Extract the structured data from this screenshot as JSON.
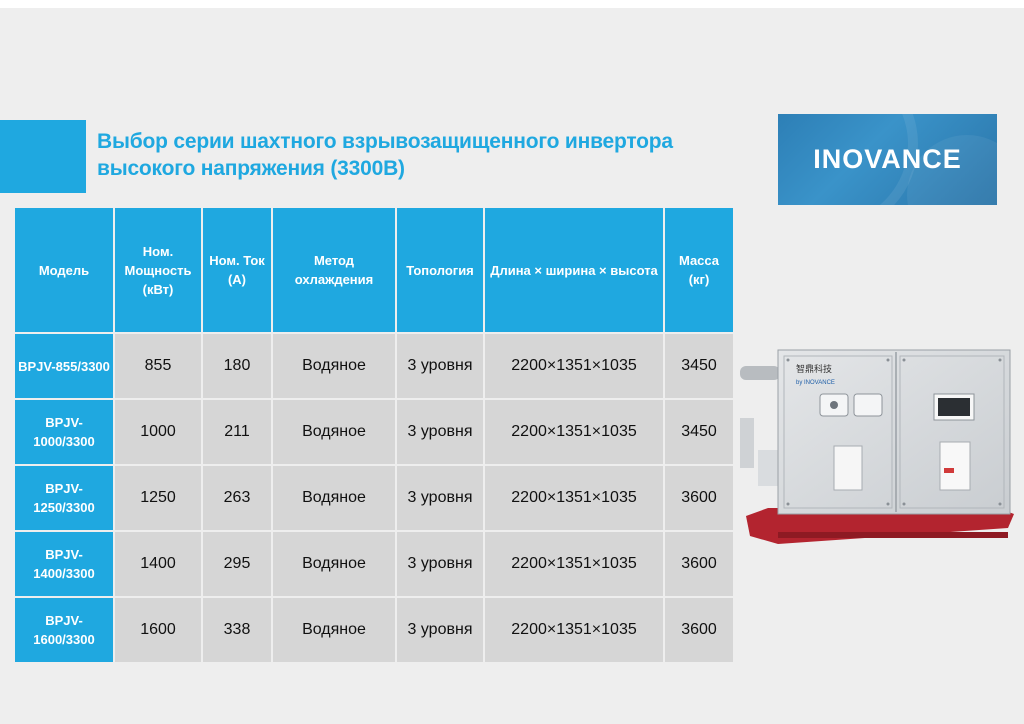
{
  "title": {
    "line1": "Выбор серии шахтного взрывозащищенного инвертора",
    "line2": "высокого напряжения (3300В)"
  },
  "logo": {
    "text": "INOVANCE"
  },
  "colors": {
    "accent": "#1fa8e0",
    "cell_bg": "#d6d6d6",
    "slide_bg": "#eeeeee"
  },
  "table": {
    "headers": [
      "Модель",
      "Ном. Мощность (кВт)",
      "Ном. Ток (А)",
      "Метод охлаждения",
      "Топология",
      "Длина × ширина × высота",
      "Масса (кг)"
    ],
    "rows": [
      [
        "BPJV-855/3300",
        "855",
        "180",
        "Водяное",
        "3 уровня",
        "2200×1351×1035",
        "3450"
      ],
      [
        "BPJV-1000/3300",
        "1000",
        "211",
        "Водяное",
        "3 уровня",
        "2200×1351×1035",
        "3450"
      ],
      [
        "BPJV-1250/3300",
        "1250",
        "263",
        "Водяное",
        "3 уровня",
        "2200×1351×1035",
        "3600"
      ],
      [
        "BPJV-1400/3300",
        "1400",
        "295",
        "Водяное",
        "3 уровня",
        "2200×1351×1035",
        "3600"
      ],
      [
        "BPJV-1600/3300",
        "1600",
        "338",
        "Водяное",
        "3 уровня",
        "2200×1351×1035",
        "3600"
      ]
    ]
  },
  "product_image": {
    "nameplate_cn": "智鼎科技",
    "nameplate_en": "by INOVANCE"
  }
}
